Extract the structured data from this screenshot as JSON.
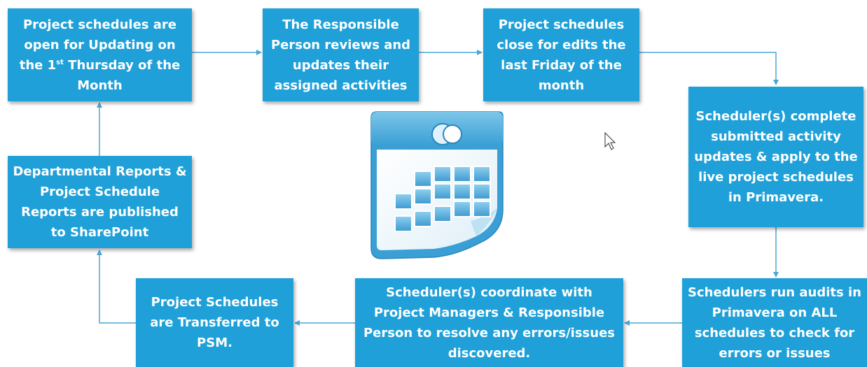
{
  "boxes": {
    "b1": {
      "line1": "Project schedules are open for Updating on the 1",
      "sup": "st",
      "line2": " Thursday of the Month"
    },
    "b2": "The Responsible Person reviews and updates their assigned activities",
    "b3": "Project schedules close for edits the last Friday of the month",
    "b4": "Scheduler(s) complete submitted activity updates & apply to the live project schedules in Primavera.",
    "b5": "Schedulers run audits in Primavera on ALL schedules to check for errors or issues",
    "b6": "Scheduler(s) coordinate with Project Managers & Responsible Person to resolve any errors/issues discovered.",
    "b7": "Project Schedules are Transferred to PSM.",
    "b8": "Departmental Reports & Project Schedule Reports are published to SharePoint"
  },
  "icons": [
    "calendar-icon",
    "mouse-cursor-icon"
  ],
  "colors": {
    "box_fill": "#1fa0d8",
    "box_text": "#ffffff",
    "connector": "#4aa6d6"
  }
}
